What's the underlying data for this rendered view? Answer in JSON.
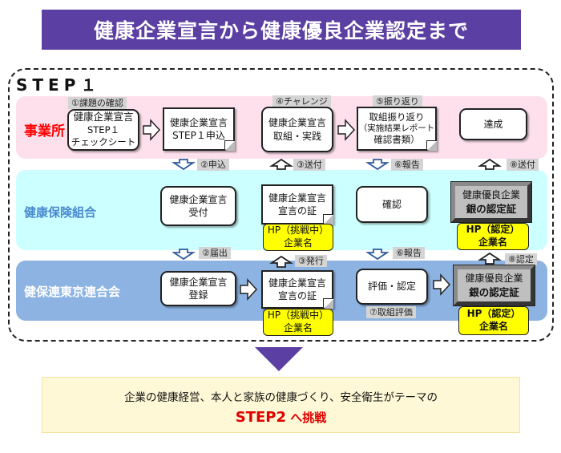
{
  "title": "健康企業宣言から健康優良企業認定まで",
  "step_label": "STEP１",
  "rows": {
    "office": "事業所",
    "insurer": "健康保険組合",
    "federation": "健保連東京連合会"
  },
  "office": {
    "tag1": "①課題の確認",
    "box1": [
      "健康企業宣言",
      "STEP１",
      "チェックシート"
    ],
    "box2": [
      "健康企業宣言",
      "STEP１申込"
    ],
    "tag4": "④チャレンジ",
    "box3": [
      "健康企業宣言",
      "取組・実践"
    ],
    "tag5": "⑤振り返り",
    "box4": [
      "取組振り返り",
      "（実施結果レポート",
      "確認書類）"
    ],
    "box5": "達成"
  },
  "flow1": {
    "t2": "②申込",
    "t3": "③送付",
    "t6": "⑥報告",
    "t8": "⑧送付"
  },
  "insurer": {
    "box1": [
      "健康企業宣言",
      "受付"
    ],
    "box2": [
      "健康企業宣言",
      "宣言の証"
    ],
    "hp_challenge": [
      "HP（挑戦中）",
      "企業名"
    ],
    "box3": "確認",
    "cert": [
      "健康優良企業",
      "銀の認定証"
    ],
    "hp_certified": [
      "HP（認定）",
      "企業名"
    ]
  },
  "flow2": {
    "t2": "②届出",
    "t3": "③発行",
    "t6": "⑥報告",
    "t8": "⑧認定"
  },
  "federation": {
    "box1": [
      "健康企業宣言",
      "登録"
    ],
    "box2": [
      "健康企業宣言",
      "宣言の証"
    ],
    "hp_challenge": [
      "HP（挑戦中）",
      "企業名"
    ],
    "box3": "評価・認定",
    "tag7": "⑦取組評価",
    "cert": [
      "健康優良企業",
      "銀の認定証"
    ],
    "hp_certified": [
      "HP（認定）",
      "企業名"
    ]
  },
  "bottom": {
    "line1": "企業の健康経営、本人と家族の健康づくり、安全衛生がテーマの",
    "line2_step": "STEP2",
    "line2_rest": " へ挑戦"
  },
  "colors": {
    "title_bg": "#5b3fa3",
    "office_band": "#fde0ec",
    "insurer_band": "#ccffff",
    "federation_band": "#8db3e2",
    "office_label": "#ff0000",
    "insurer_label": "#4a8ad0",
    "highlight": "#ffff00",
    "step2": "#e00000"
  }
}
